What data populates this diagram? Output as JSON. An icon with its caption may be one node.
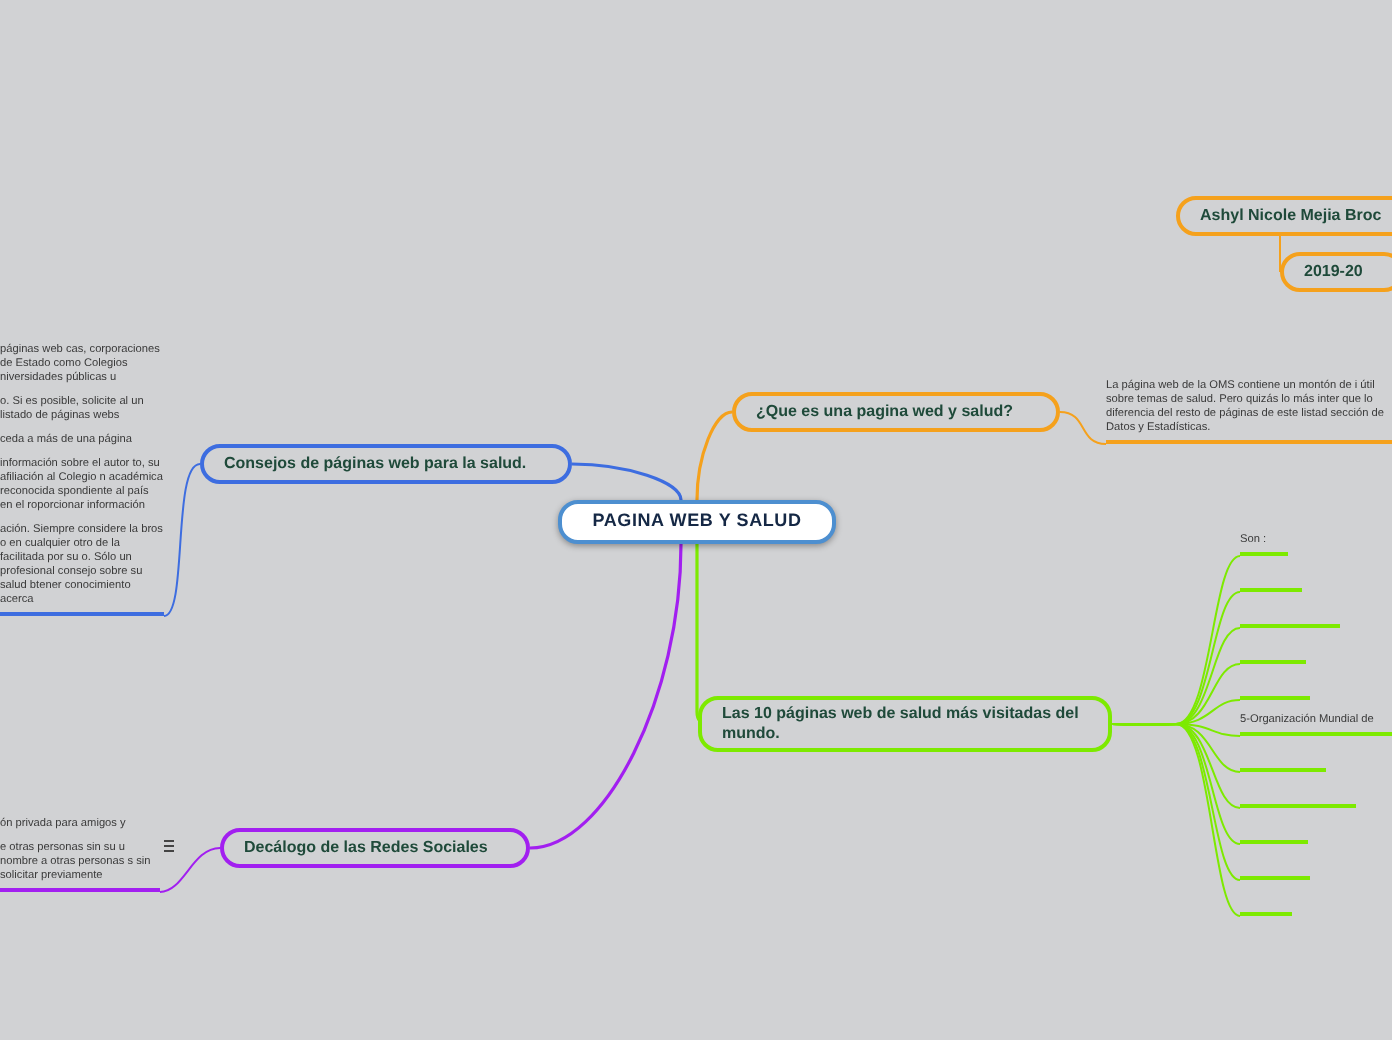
{
  "diagram": {
    "nodes": [
      {
        "text": [
          "PAGINA WEB Y SALUD"
        ]
      },
      {
        "text": [
          "Ashyl Nicole Mejia Broc"
        ]
      },
      {
        "text": [
          "2019-20"
        ]
      },
      {
        "text": [
          "¿Que es una pagina wed y salud?"
        ]
      },
      {
        "text": [
          "La página web de la OMS contiene un montón de i útil sobre temas de salud. Pero quizás lo más inter que lo diferencia del resto de páginas de este listad sección de Datos y Estadísticas."
        ]
      },
      {
        "text": [
          "Consejos de páginas web para la salud."
        ]
      },
      {
        "text": [
          "páginas web cas, corporaciones de Estado como Colegios niversidades públicas u",
          "o. Si es posible, solicite al un listado de páginas webs",
          "ceda a más de una página",
          "información sobre el autor to, su afiliación al Colegio n académica reconocida spondiente al país en el roporcionar información",
          "ación. Siempre considere la bros o en cualquier otro de la facilitada por su o. Sólo un profesional consejo sobre su salud btener conocimiento acerca"
        ]
      },
      {
        "text": [
          "Decálogo de las Redes Sociales"
        ]
      },
      {
        "text": [
          "ón privada para amigos y",
          "e otras personas sin su u nombre a otras personas s sin solicitar previamente"
        ]
      },
      {
        "text": [
          "Las 10 páginas web de salud más visitadas del mundo."
        ]
      },
      {
        "text": [
          "Son :"
        ]
      },
      {
        "text": [],
        "shape": "bar"
      },
      {
        "text": [],
        "shape": "bar"
      },
      {
        "text": [],
        "shape": "bar"
      },
      {
        "text": [],
        "shape": "bar"
      },
      {
        "text": [
          "5-Organización Mundial de"
        ]
      },
      {
        "text": [],
        "shape": "bar"
      },
      {
        "text": [],
        "shape": "bar"
      },
      {
        "text": [],
        "shape": "bar"
      },
      {
        "text": [],
        "shape": "bar"
      },
      {
        "text": [],
        "shape": "bar"
      }
    ],
    "edges": [
      {
        "from": 0,
        "to": 3,
        "arrow": "none",
        "color": "#f5a11c"
      },
      {
        "from": 3,
        "to": 4,
        "arrow": "none",
        "color": "#f5a11c"
      },
      {
        "from": 0,
        "to": 5,
        "arrow": "none",
        "color": "#3d6de0"
      },
      {
        "from": 5,
        "to": 6,
        "arrow": "none",
        "color": "#3d6de0"
      },
      {
        "from": 0,
        "to": 7,
        "arrow": "none",
        "color": "#a21ff0"
      },
      {
        "from": 7,
        "to": 8,
        "arrow": "none",
        "color": "#a21ff0"
      },
      {
        "from": 0,
        "to": 9,
        "arrow": "none"
      },
      {
        "from": 9,
        "to": 10,
        "arrow": "none"
      },
      {
        "from": 9,
        "to": 11,
        "arrow": "none"
      },
      {
        "from": 9,
        "to": 12,
        "arrow": "none"
      },
      {
        "from": 9,
        "to": 13,
        "arrow": "none"
      },
      {
        "from": 9,
        "to": 14,
        "arrow": "none"
      },
      {
        "from": 9,
        "to": 15,
        "arrow": "none"
      },
      {
        "from": 9,
        "to": 16,
        "arrow": "none"
      },
      {
        "from": 9,
        "to": 17,
        "arrow": "none"
      },
      {
        "from": 9,
        "to": 18,
        "arrow": "none"
      },
      {
        "from": 9,
        "to": 19,
        "arrow": "none"
      },
      {
        "from": 9,
        "to": 20,
        "arrow": "none"
      },
      {
        "from": 1,
        "to": 2,
        "arrow": "none",
        "color": "#f5a11c"
      }
    ]
  }
}
